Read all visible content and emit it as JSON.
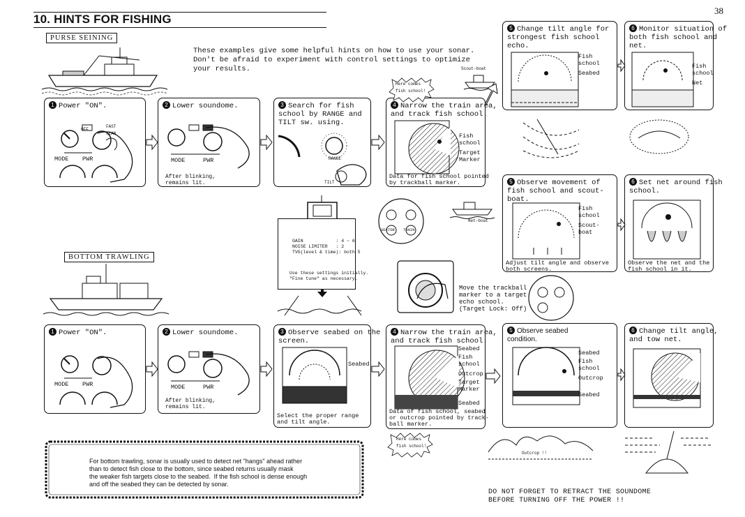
{
  "page_number": "38",
  "title": "10. HINTS FOR FISHING",
  "sections": {
    "purse": "PURSE SEINING",
    "bottom": "BOTTOM TRAWLING"
  },
  "intro": "These examples give some helpful hints on how to use your sonar.\nDon't be afraid to experiment with control settings to optimize\nyour results.",
  "purse": {
    "s1": "Power \"ON\".",
    "s2": "Lower soundome.",
    "s2_note": "After blinking,\nremains lit.",
    "s3": "Search for fish\nschool by RANGE and\nTILT sw. using.",
    "s4": "Narrow the train area,\nand track fish school.",
    "s4_labels": [
      "Fish\nschool",
      "Target\nMarker"
    ],
    "s4_note": "Data for fish school pointed\nby trackball marker.",
    "s5a": "Change tilt angle for\nstrongest fish school\necho.",
    "s5a_labels": [
      "Fish\nschool",
      "Seabed"
    ],
    "s6a": "Monitor situation of\nboth fish school and\nnet.",
    "s6a_labels": [
      "Fish\nschool",
      "Net"
    ],
    "s5b": "Observe movement of\nfish school and scout-\nboat.",
    "s5b_labels": [
      "Fish\nschool",
      "Scout-\nboat"
    ],
    "s5b_note": "Adjust tilt angle and observe\nboth screens.",
    "s6b": "Set net around fish\nschool.",
    "s6b_note": "Observe the net and the\nfish school in it.",
    "scout_boat": "Scout-boat",
    "net_boat": "Net-boat",
    "here_comes": "Here comes\nfish school!"
  },
  "settings_box": {
    "lines": "GAIN            : 4 ~ 6\nNOISE LIMITER   : 2\nTVG(level & time): both 5",
    "hint": "Use these settings initially.\n\"Fine tune\" as necessary."
  },
  "trackball_note": "Move the trackball\nmarker to a target\necho school.\n(Target Lock: Off)",
  "bottom": {
    "s1": "Power \"ON\".",
    "s2": "Lower soundome.",
    "s2_note": "After blinking,\nremains lit.",
    "s3": "Observe seabed on the\nscreen.",
    "s3_labels": [
      "Seabed"
    ],
    "s3_note": "Select the proper range\nand tilt angle.",
    "s4": "Narrow the train area,\nand track fish school.",
    "s4_labels": [
      "Seabed",
      "Fish\nschool",
      "Outcrop",
      "Target\nMarker",
      "Seabed"
    ],
    "s4_note": "Data of fish school, seabed\nor outcrop pointed by track-\nball marker.",
    "s5": "Observe seabed\ncondition.",
    "s5_labels": [
      "Seabed",
      "Fish\nschool",
      "Outcrop",
      "Seabed"
    ],
    "s6": "Change tilt angle,\nand tow net.",
    "here_comes": "Here comes\nfish school!",
    "outcrop": "Outcrop !!"
  },
  "trawl_text": "For bottom trawling, sonar is usually used to detect net \"hangs\" ahead rather\nthan to detect fish close to the bottom, since seabed returns usually mask\nthe weaker fish targets close to the seabed.  If the fish school is dense enough\nand off the seabed they can be detected by sonar.",
  "footer": "DO NOT FORGET TO RETRACT THE SOUNDOME\nBEFORE TURNING OFF THE POWER !!",
  "step_numbers": [
    "1",
    "2",
    "3",
    "4",
    "5",
    "6"
  ],
  "panel_labels": {
    "mode": "MODE",
    "pwr": "PWR",
    "off": "OFF",
    "fast_scan": "FAST\nSCAN",
    "range": "RANGE",
    "tilt": "TILT",
    "sector": "SECTOR",
    "train": "TRAIN"
  }
}
